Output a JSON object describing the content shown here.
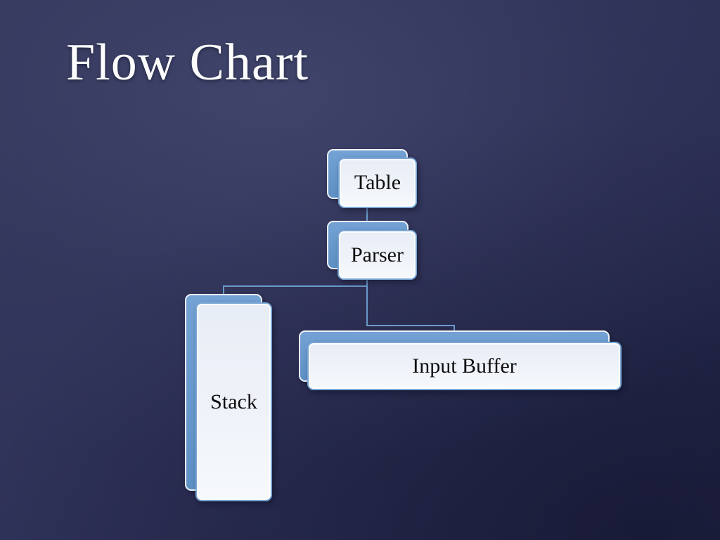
{
  "slide": {
    "title": "Flow Chart"
  },
  "diagram": {
    "nodes": [
      {
        "id": "table",
        "label": "Table"
      },
      {
        "id": "parser",
        "label": "Parser"
      },
      {
        "id": "stack",
        "label": "Stack"
      },
      {
        "id": "input-buffer",
        "label": "Input Buffer"
      }
    ],
    "edges": [
      {
        "from": "table",
        "to": "parser"
      },
      {
        "from": "parser",
        "to": "stack"
      },
      {
        "from": "parser",
        "to": "input-buffer"
      }
    ]
  },
  "colors": {
    "background": "#2e3156",
    "accent": "#5e90c4",
    "accent_light": "#74a2d5",
    "panel_light": "#eff3f9",
    "panel_border": "#7aa6d4",
    "connector": "#6b99cb",
    "title_text": "#fcfcfd",
    "node_text": "#0d0d0d"
  }
}
